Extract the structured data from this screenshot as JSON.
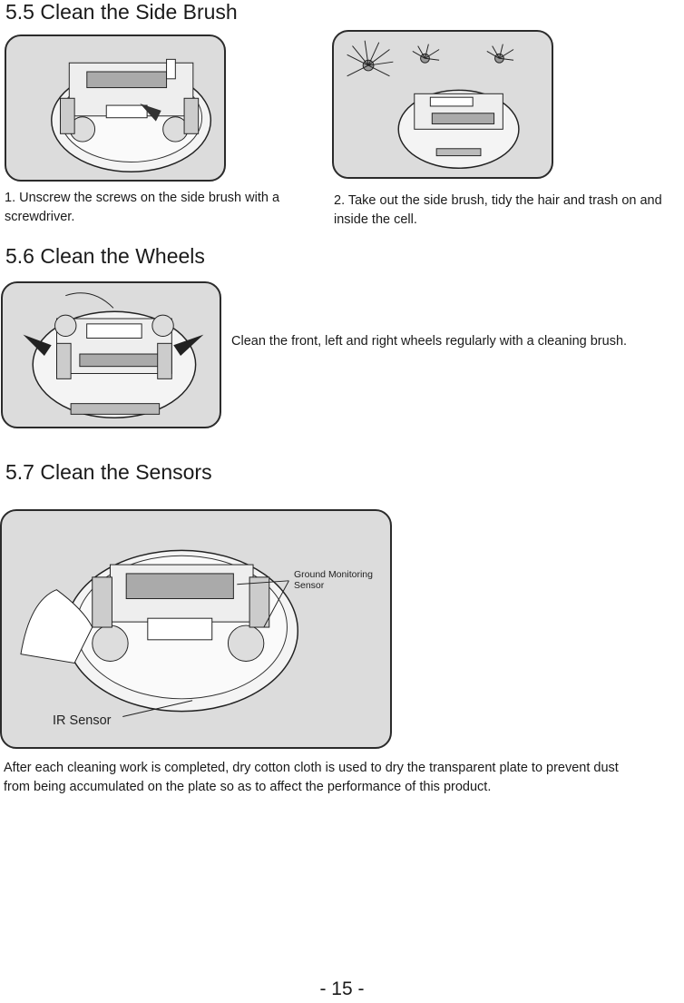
{
  "sections": {
    "side_brush": {
      "heading": "5.5 Clean the Side Brush",
      "step1": "1. Unscrew the screws on the side brush with a screwdriver.",
      "step2": "2. Take out the side brush, tidy the hair and trash on and inside the cell."
    },
    "wheels": {
      "heading": "5.6 Clean the Wheels",
      "text": "Clean the front, left and right wheels regularly with a cleaning brush."
    },
    "sensors": {
      "heading": "5.7 Clean the Sensors",
      "label_ground": "Ground Monitoring Sensor",
      "label_ir": "IR Sensor",
      "text": "After each cleaning work is completed, dry cotton cloth is used to dry the transparent plate to prevent dust from being accumulated on the plate so as to affect the performance of this product."
    }
  },
  "page_number": "- 15 -"
}
